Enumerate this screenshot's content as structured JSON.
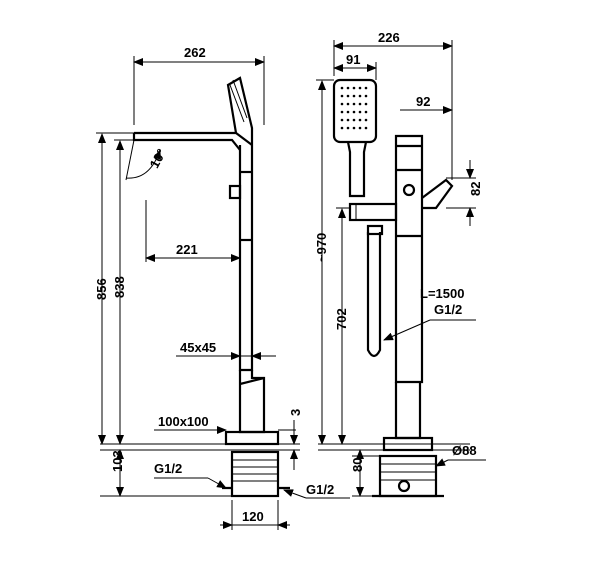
{
  "dimensions": {
    "width_262": "262",
    "width_226": "226",
    "width_91": "91",
    "width_92": "92",
    "height_82": "82",
    "angle_10": "10°",
    "reach_221": "221",
    "height_856": "856",
    "height_838": "838",
    "height_970": "~970",
    "hose_length": "L=1500",
    "hose_thread": "G1/2",
    "height_702": "702",
    "profile_45": "45x45",
    "base_100": "100x100",
    "gap_3": "3",
    "depth_103": "103",
    "thread_left": "G1/2",
    "thread_right": "G1/2",
    "base_120": "120",
    "height_80": "80",
    "diameter_88": "Ø88"
  }
}
